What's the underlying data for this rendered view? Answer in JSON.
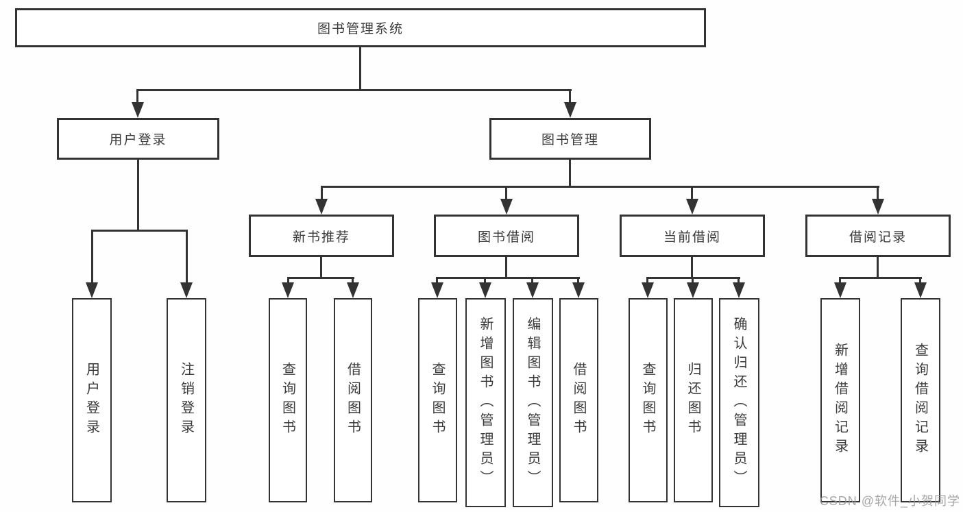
{
  "colors": {
    "line": "#333333",
    "text": "#3a3a3a",
    "background": "#fefefe",
    "box_fill": "#ffffff",
    "watermark": "#a0a0a0"
  },
  "watermark": {
    "text": "CSDN @软件_小贺同学"
  },
  "tree": {
    "root": {
      "label": "图书管理系统"
    },
    "level2": [
      {
        "label": "用户登录"
      },
      {
        "label": "图书管理"
      }
    ],
    "level3": [
      {
        "label": "新书推荐"
      },
      {
        "label": "图书借阅"
      },
      {
        "label": "当前借阅"
      },
      {
        "label": "借阅记录"
      }
    ],
    "leaves": {
      "user_login": [
        {
          "label": "用户登录"
        },
        {
          "label": "注销登录"
        }
      ],
      "new_book_recommend": [
        {
          "label": "查询图书"
        },
        {
          "label": "借阅图书"
        }
      ],
      "book_borrowing": [
        {
          "label": "查询图书"
        },
        {
          "label": "新增图书（管理员）"
        },
        {
          "label": "编辑图书（管理员）"
        },
        {
          "label": "借阅图书"
        }
      ],
      "current_borrowing": [
        {
          "label": "查询图书"
        },
        {
          "label": "归还图书"
        },
        {
          "label": "确认归还（管理员）"
        }
      ],
      "borrowing_records": [
        {
          "label": "新增借阅记录"
        },
        {
          "label": "查询借阅记录"
        }
      ]
    }
  }
}
